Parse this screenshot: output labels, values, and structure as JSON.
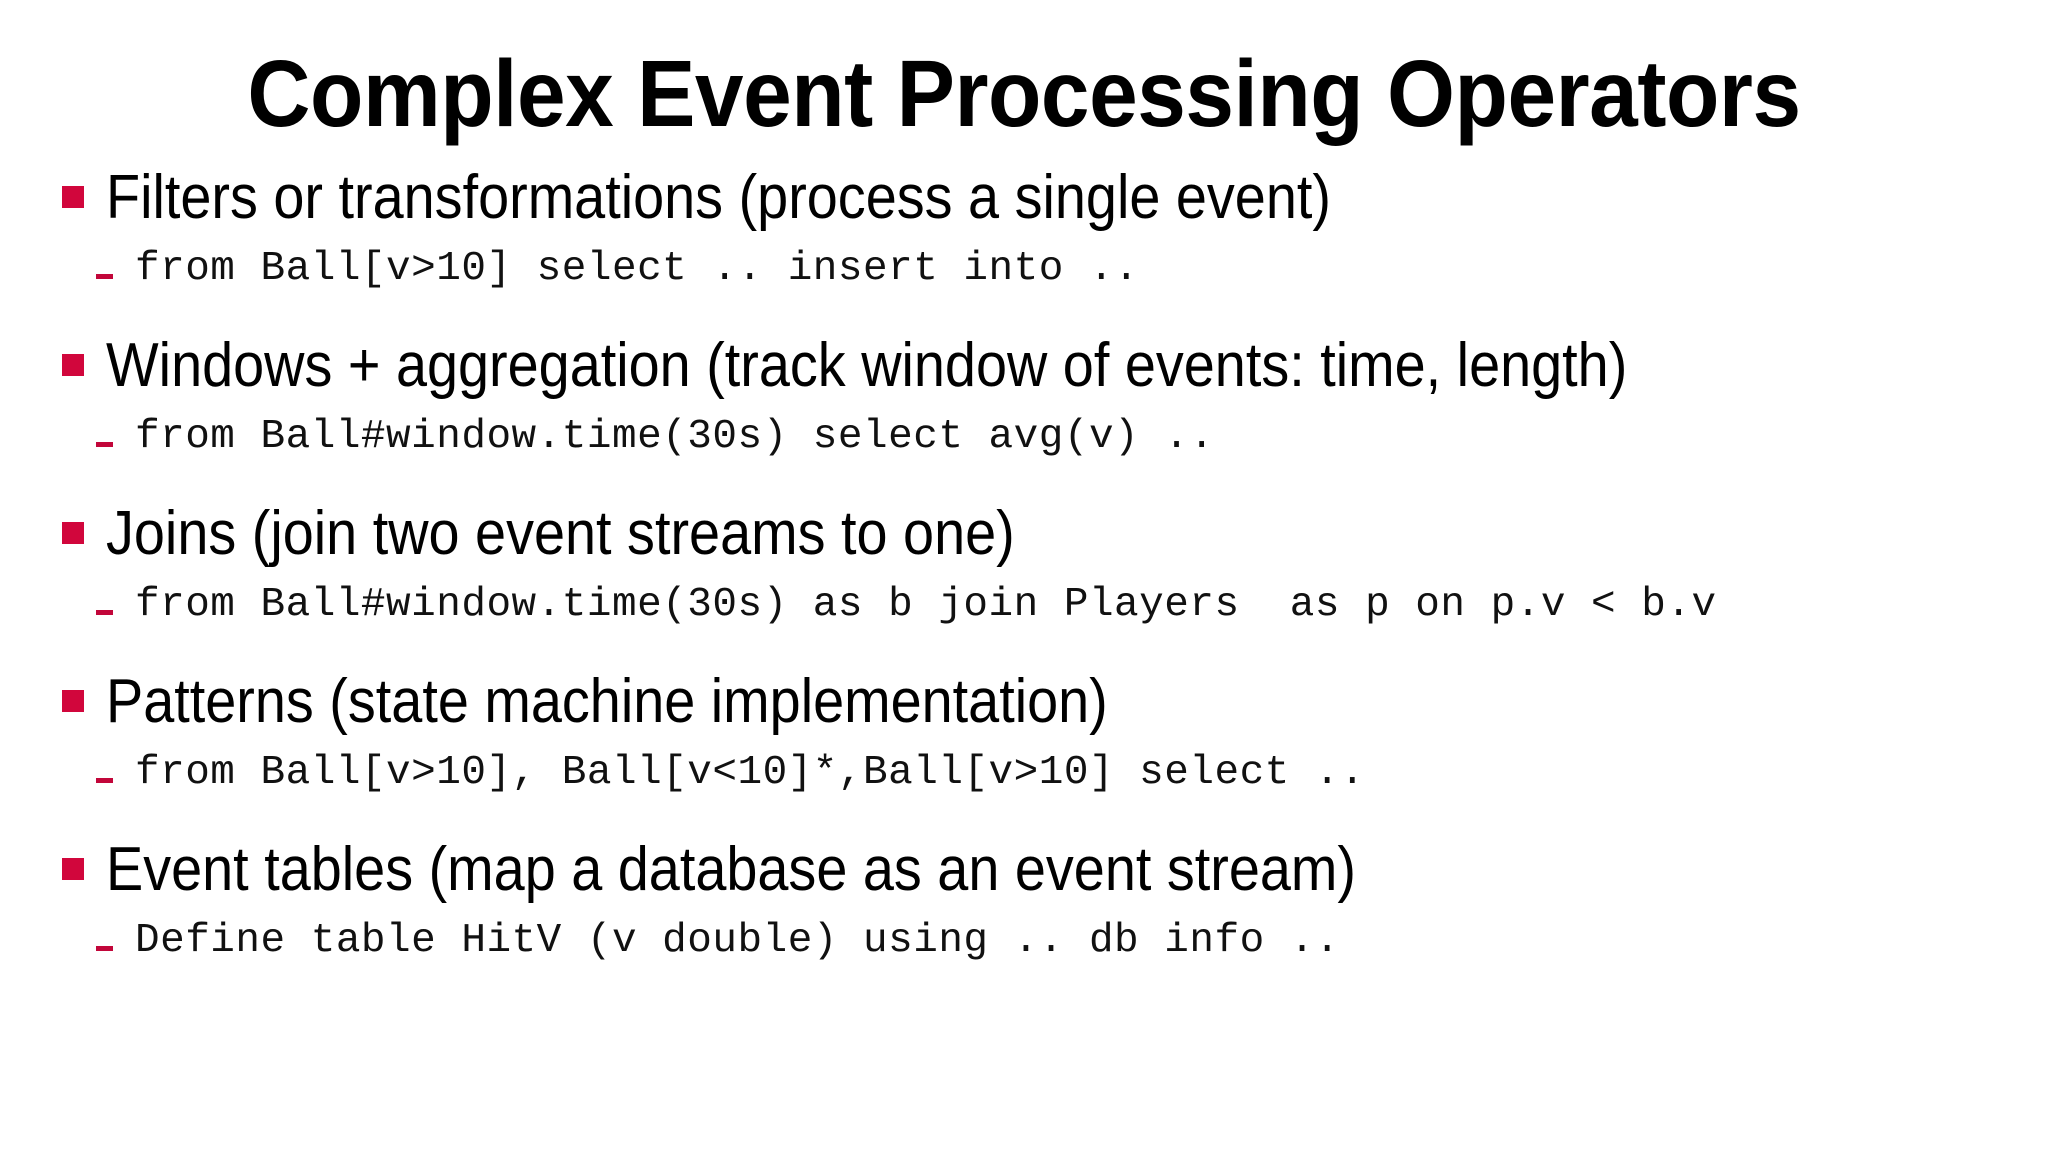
{
  "slide": {
    "title": "Complex Event Processing Operators",
    "background_color": "#FFFFFF",
    "bullet_marker_color": "#D1063C",
    "sub_marker_color": "#C2063A",
    "text_color": "#000000",
    "topics": [
      {
        "heading": "Filters or transformations (process a single event)",
        "code": "from Ball[v>10] select .. insert into .."
      },
      {
        "heading": "Windows + aggregation (track window of events: time, length)",
        "code": "from Ball#window.time(30s) select avg(v) .."
      },
      {
        "heading": "Joins (join two event streams to one)",
        "code": "from Ball#window.time(30s) as b join Players  as p on p.v < b.v"
      },
      {
        "heading": "Patterns (state machine implementation)",
        "code": "from Ball[v>10], Ball[v<10]*,Ball[v>10] select .."
      },
      {
        "heading": "Event tables (map a database as an event stream)",
        "code": "Define table HitV (v double) using .. db info .."
      }
    ]
  }
}
